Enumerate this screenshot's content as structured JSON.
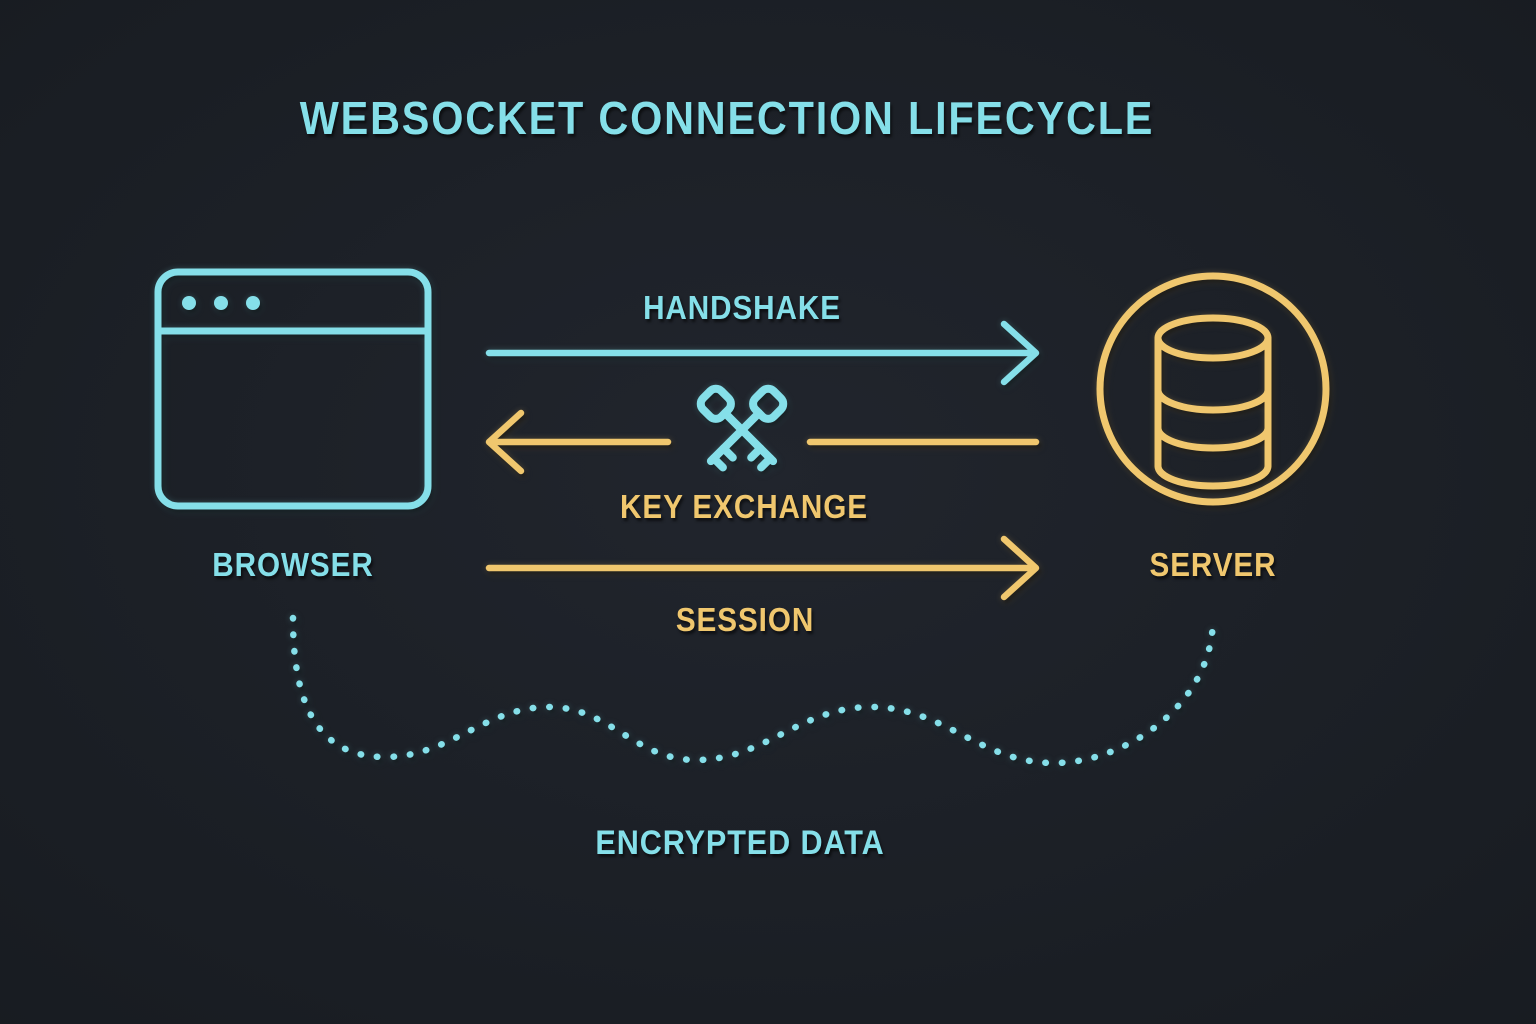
{
  "title": "WEBSOCKET CONNECTION LIFECYCLE",
  "nodes": {
    "browser": {
      "label": "BROWSER",
      "icon": "browser-window-icon"
    },
    "server": {
      "label": "SERVER",
      "icon": "database-server-icon"
    }
  },
  "flows": {
    "handshake": {
      "label": "HANDSHAKE",
      "direction": "browser-to-server",
      "color": "cyan"
    },
    "key_exchange": {
      "label": "KEY EXCHANGE",
      "direction": "server-to-browser",
      "color": "gold",
      "icon": "crossed-keys-icon"
    },
    "session": {
      "label": "SESSION",
      "direction": "browser-to-server",
      "color": "gold"
    }
  },
  "channel": {
    "label": "ENCRYPTED DATA",
    "style": "dotted-wave",
    "color": "cyan"
  },
  "colors": {
    "cyan": "#85dfe9",
    "gold": "#f0c76e",
    "background": "#1a1e24"
  }
}
